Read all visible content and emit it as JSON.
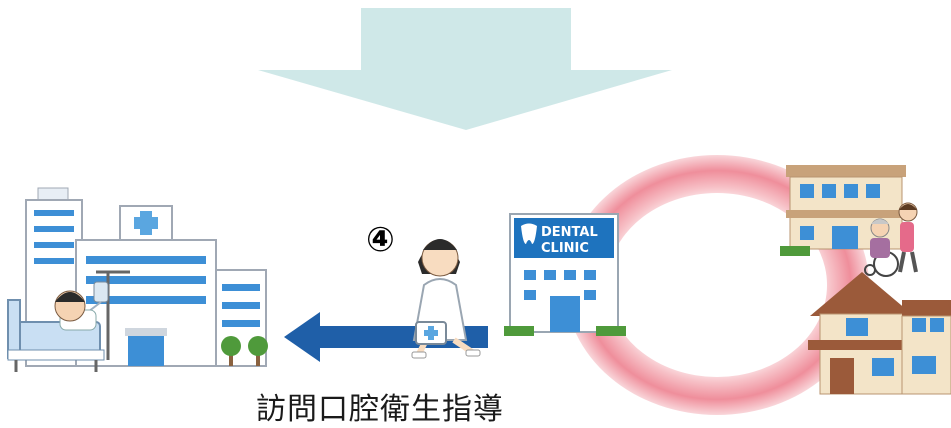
{
  "step_number": "④",
  "caption": "訪問口腔衛生指導",
  "clinic_sign": {
    "line1": "DENTAL",
    "line2": "CLINIC"
  },
  "colors": {
    "top_arrow": "#cfe8e8",
    "blue_arrow": "#1f5fa8",
    "ring": "#f4a5ae",
    "hospital_body": "#ffffff",
    "hospital_windows": "#3d8fd6",
    "clinic_sign_bg": "#1e73be"
  },
  "icons": [
    "down-arrow-icon",
    "hospital-icon",
    "patient-in-bed-icon",
    "nurse-with-bag-icon",
    "left-arrow-icon",
    "dental-clinic-icon",
    "care-facility-icon",
    "wheelchair-icon",
    "house-icon",
    "ring-shape"
  ]
}
